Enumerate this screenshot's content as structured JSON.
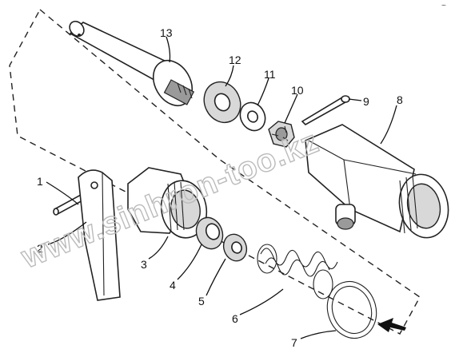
{
  "watermark": "www.sinhron-too.kz",
  "corner_mark": "~",
  "callouts": [
    "1",
    "2",
    "3",
    "4",
    "5",
    "6",
    "7",
    "8",
    "9",
    "10",
    "11",
    "12",
    "13"
  ]
}
